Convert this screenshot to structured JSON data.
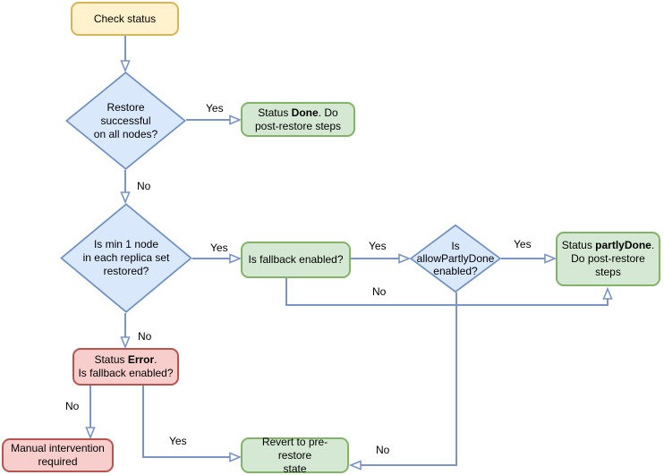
{
  "diagram_type": "flowchart",
  "labels": {
    "yes": "Yes",
    "no": "No"
  },
  "nodes": {
    "check_status": {
      "label": "Check status"
    },
    "restore_successful": {
      "lines": [
        "Restore",
        "successful",
        "on all nodes?"
      ]
    },
    "status_done": {
      "prefix": "Status ",
      "bold": "Done",
      "after": ". Do",
      "line2": "post-restore steps"
    },
    "min_one_node": {
      "lines": [
        "Is min 1 node",
        "in each replica set",
        "restored?"
      ]
    },
    "fallback_enabled": {
      "label": "Is fallback enabled?"
    },
    "allow_partly_done": {
      "lines": [
        "Is",
        "allowPartlyDone",
        "enabled?"
      ]
    },
    "status_partly_done": {
      "prefix": "Status ",
      "bold": "partlyDone",
      "after": ".",
      "line2": "Do post-restore",
      "line3": "steps"
    },
    "status_error": {
      "prefix": "Status ",
      "bold": "Error",
      "after": ".",
      "line2": "Is fallback enabled?"
    },
    "manual_intervention": {
      "lines": [
        "Manual intervention",
        "required"
      ]
    },
    "revert": {
      "lines": [
        "Revert to pre-restore",
        "state"
      ]
    }
  },
  "colors": {
    "yellow_fill": "#FFF2CC",
    "yellow_border": "#D6B656",
    "blue_fill": "#DAE8FC",
    "blue_border": "#6C8EBF",
    "green_fill": "#D5E8D4",
    "green_border": "#82B366",
    "red_fill": "#F8CECC",
    "red_border": "#B85450",
    "connector": "#7A94C4",
    "text": "#000000"
  }
}
